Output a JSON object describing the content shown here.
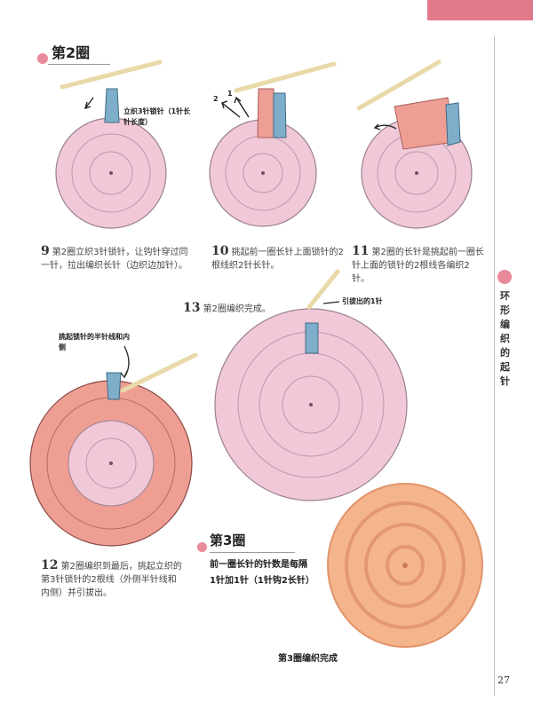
{
  "section": {
    "title": "第2圈"
  },
  "sidebar": {
    "label": "环形编织的起针"
  },
  "steps": [
    {
      "num": "9",
      "text": "第2圈立织3针锁针，让钩针穿过同一针，拉出编织长针（边织边加针）。"
    },
    {
      "num": "10",
      "text": "挑起前一圈长针上面锁针的2根线织2针长针。"
    },
    {
      "num": "11",
      "text": "第2圈的长针是挑起前一圈长针上面的锁针的2根线各编织2针。"
    },
    {
      "num": "12",
      "text": "第2圈编织到最后，挑起立织的第3针锁针的2根线（外侧半针线和内侧）并引拔出。"
    },
    {
      "num": "13",
      "text": "第2圈编织完成。"
    }
  ],
  "annotations": {
    "chain3": "立织3针锁针（1针长针长度）",
    "arrow_1": "1",
    "arrow_2": "2",
    "pull_through": "引拔出的1针",
    "pick_chain": "挑起锁针的半针线和内侧"
  },
  "round3": {
    "title": "第3圈",
    "note_line1": "前一圈长针的针数是每隔",
    "note_line2": "1针加1针（1针钩2长针）",
    "done": "第3圈编织完成"
  },
  "page_number": "27",
  "colors": {
    "accent": "#e07a8a",
    "pink_yarn": "#f0c8d8",
    "salmon_yarn": "#ef9e94",
    "blue_yarn": "#7faecb",
    "orange_yarn": "#f5b58c",
    "hook": "#e8d9a8"
  }
}
